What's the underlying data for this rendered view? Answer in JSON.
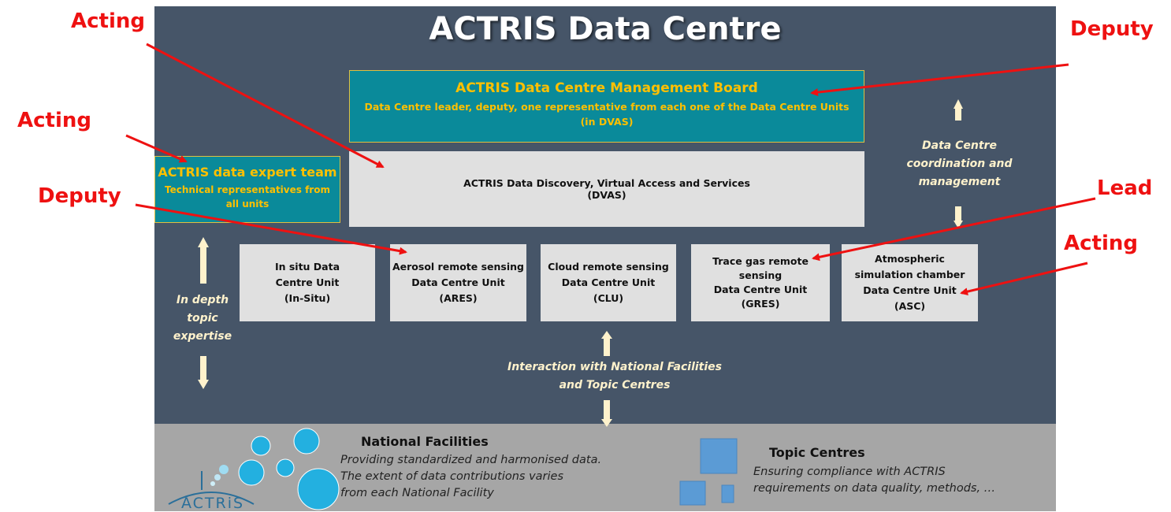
{
  "title": "ACTRIS Data Centre",
  "management_board": {
    "title": "ACTRIS Data Centre Management Board",
    "subtitle": "Data Centre leader, deputy, one representative from each one of the Data Centre Units (in DVAS)"
  },
  "expert_team": {
    "title": "ACTRIS data expert team",
    "subtitle": "Technical representatives from all units"
  },
  "dvas": {
    "line1": "ACTRIS Data Discovery, Virtual Access and Services",
    "line2": "(DVAS)"
  },
  "units": [
    {
      "lines": [
        "In situ Data",
        "Centre Unit",
        "(In-Situ)"
      ]
    },
    {
      "lines": [
        "Aerosol remote sensing",
        "Data Centre Unit",
        "(ARES)"
      ]
    },
    {
      "lines": [
        "Cloud remote sensing",
        "Data Centre Unit",
        "(CLU)"
      ]
    },
    {
      "lines": [
        "Trace gas remote",
        "sensing",
        "Data Centre Unit",
        "(GRES)"
      ]
    },
    {
      "lines": [
        "Atmospheric",
        "simulation chamber",
        "Data Centre Unit",
        "(ASC)"
      ]
    }
  ],
  "labels": {
    "coordination": "Data Centre coordination and management",
    "depth": "In depth topic expertise",
    "interaction": "Interaction with National Facilities and Topic Centres"
  },
  "national_facilities": {
    "title": "National Facilities",
    "desc": [
      "Providing standardized and harmonised data.",
      "The extent of data contributions varies",
      "from each National Facility"
    ]
  },
  "topic_centres": {
    "title": "Topic Centres",
    "desc": [
      "Ensuring compliance with ACTRIS",
      "requirements on data quality, methods, …"
    ]
  },
  "logo_text": "ACTRiS",
  "roles": {
    "acting_top": "Acting",
    "deputy_top": "Deputy",
    "acting_left": "Acting",
    "deputy_left": "Deputy",
    "lead": "Lead",
    "acting_right": "Acting"
  },
  "colors": {
    "background": "#465568",
    "teal_box": "#0a8a9a",
    "gold_text": "#ffc000",
    "grey_box": "#e0e0e0",
    "bottom_band": "#a6a6a6",
    "annotation_red": "#ee1111",
    "arrow_cream": "#fff2cc"
  }
}
